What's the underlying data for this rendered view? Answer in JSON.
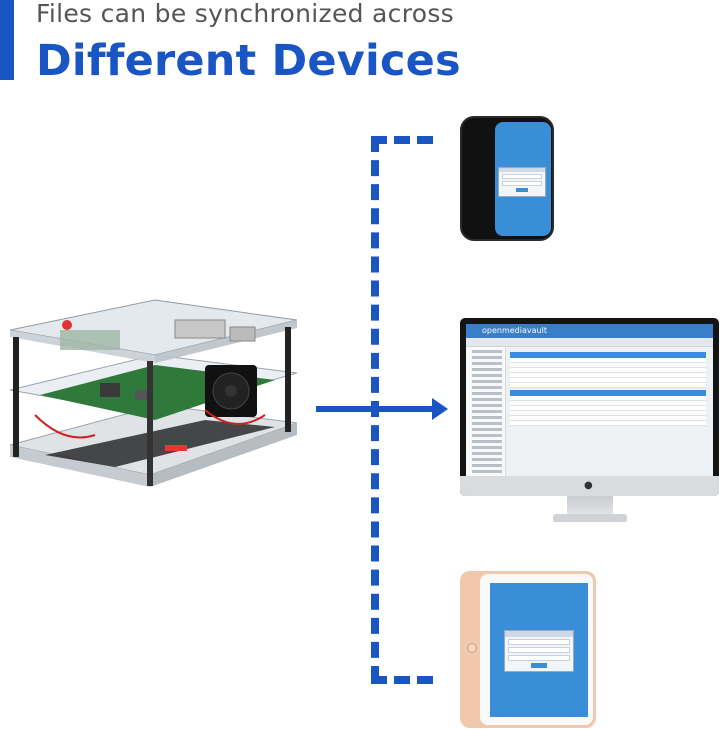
{
  "header": {
    "subtitle": "Files can be synchronized across",
    "title": "Different Devices"
  },
  "colors": {
    "accent": "#1a55c4",
    "subtitle_text": "#555555",
    "device_screen": "#3a8ed8"
  },
  "devices": {
    "monitor": {
      "app_title": "openmediavault"
    }
  }
}
